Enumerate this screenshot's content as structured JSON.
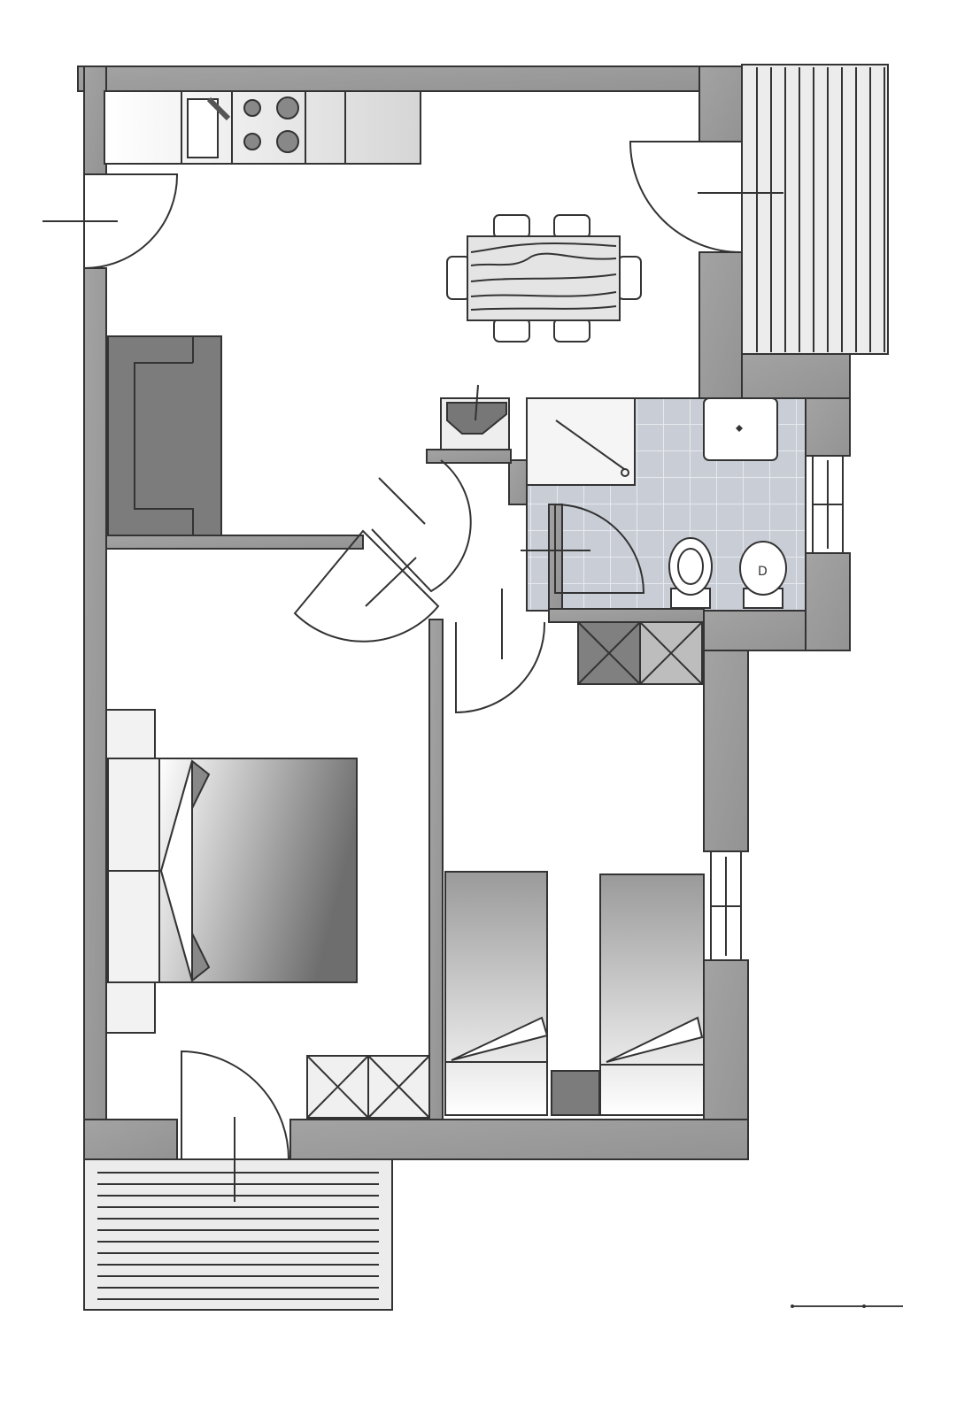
{
  "plan": {
    "colors": {
      "wall": "#9c9c9c",
      "tile": "#c9ced6",
      "furniture_dark": "#7c7c7c",
      "furniture_light": "#f2f2f2",
      "outline": "#333333"
    },
    "rooms": [
      "kitchen-living",
      "bathroom",
      "corridor",
      "double-bedroom",
      "twin-bedroom",
      "balcony-east",
      "balcony-south"
    ],
    "scale_bar": true
  }
}
